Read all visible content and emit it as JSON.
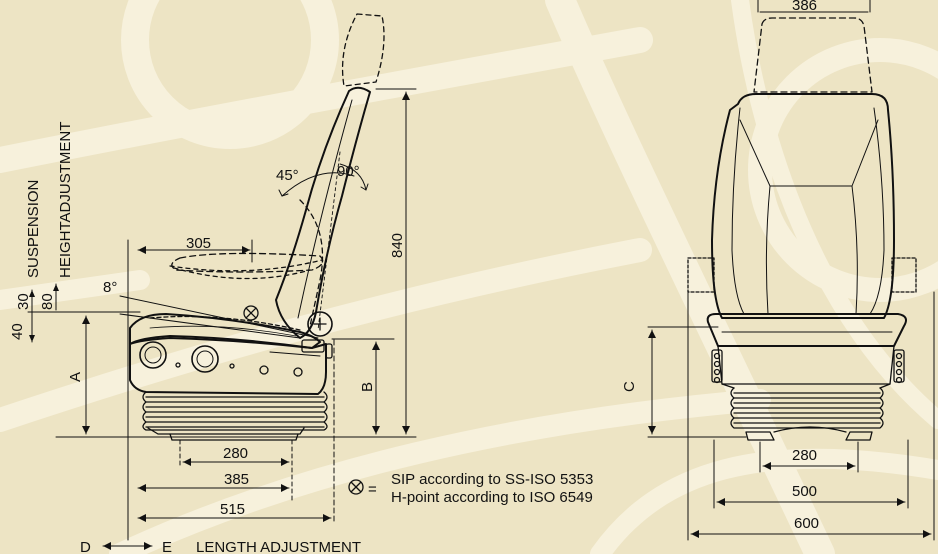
{
  "side_view": {
    "dims": {
      "d305": "305",
      "d8deg": "8°",
      "d45deg": "45°",
      "d90deg": "90°",
      "d840": "840",
      "dA": "A",
      "dB": "B",
      "d280": "280",
      "d385": "385",
      "d515": "515"
    },
    "suspension_label": "SUSPENSION",
    "height_adjustment_label": "HEIGHTADJUSTMENT",
    "d30": "30",
    "d40": "40",
    "d80": "80",
    "length": {
      "d_label": "D",
      "e_label": "E",
      "text": "LENGTH ADJUSTMENT"
    }
  },
  "front_view": {
    "dims": {
      "d386": "386",
      "dC": "C",
      "d280": "280",
      "d500": "500",
      "d600": "600"
    }
  },
  "legend": {
    "equals": "=",
    "line1": "SIP according to SS-ISO 5353",
    "line2": "H-point according to ISO 6549"
  },
  "colors": {
    "background": "#ede4c4",
    "watermark": "#f7f1dc",
    "line": "#111111"
  }
}
